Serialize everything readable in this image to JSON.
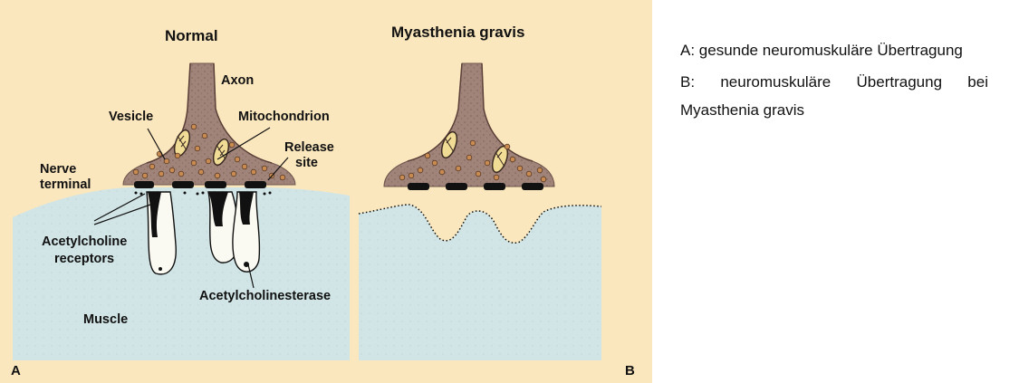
{
  "figure": {
    "panel_a": {
      "title": "Normal",
      "corner_label": "A",
      "labels": {
        "axon": "Axon",
        "vesicle": "Vesicle",
        "mitochondrion": "Mitochondrion",
        "release_site_line1": "Release",
        "release_site_line2": "site",
        "nerve_terminal_line1": "Nerve",
        "nerve_terminal_line2": "terminal",
        "ach_receptors_line1": "Acetylcholine",
        "ach_receptors_line2": "receptors",
        "acetylcholinesterase": "Acetylcholinesterase",
        "muscle": "Muscle"
      }
    },
    "panel_b": {
      "title": "Myasthenia gravis",
      "corner_label": "B"
    },
    "colors": {
      "background": "#fbe7bd",
      "terminal": "#a0847a",
      "muscle": "#d2e5e6",
      "receptor": "#111111",
      "vesicle": "#c88c52"
    }
  },
  "caption": {
    "line_a": "A: gesunde neuromuskuläre Übertragung",
    "line_b": "B: neuromuskuläre Übertragung bei Myasthenia gravis"
  }
}
